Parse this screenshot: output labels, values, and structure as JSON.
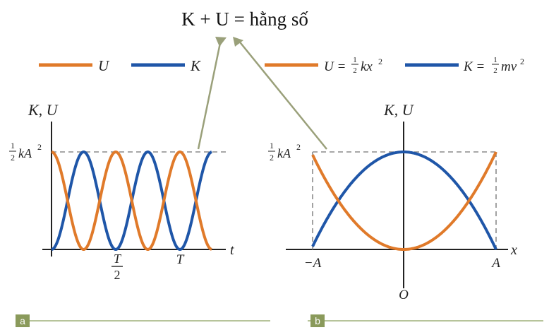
{
  "title": "K + U = hằng số",
  "colors": {
    "u": "#e07a2a",
    "k": "#1f56a8",
    "connector": "#9aa07a",
    "dashed": "#8c8c8c",
    "tag_bg": "#8a9a5b",
    "tag_line": "#9fb07a"
  },
  "legend_a": {
    "u_label": "U",
    "k_label": "K"
  },
  "legend_b": {
    "u_label_main": "U =",
    "u_label_var": "kx",
    "k_label_main": "K =",
    "k_label_var": "mv",
    "half_num": "1",
    "half_den": "2",
    "square": "2"
  },
  "chart_a": {
    "y_label": "K, U",
    "max_label_var": "kA",
    "max_num": "1",
    "max_den": "2",
    "max_exp": "2",
    "x_label": "t",
    "t_half_num": "T",
    "t_half_den": "2",
    "t_full": "T",
    "tag": "a"
  },
  "chart_b": {
    "y_label": "K, U",
    "max_label_var": "kA",
    "max_num": "1",
    "max_den": "2",
    "max_exp": "2",
    "x_label": "x",
    "neg_a": "−A",
    "pos_a": "A",
    "origin": "O",
    "tag": "b"
  },
  "chart_data": [
    {
      "type": "line",
      "x": [
        0,
        0.125,
        0.25,
        0.375,
        0.5,
        0.625,
        0.75,
        0.875,
        1,
        1.125
      ],
      "series": [
        {
          "name": "U",
          "values": [
            1,
            0.5,
            0,
            0.5,
            1,
            0.5,
            0,
            0.5,
            1,
            0.5
          ]
        },
        {
          "name": "K",
          "values": [
            0,
            0.5,
            1,
            0.5,
            0,
            0.5,
            1,
            0.5,
            0,
            0.5
          ]
        }
      ],
      "xlabel": "t",
      "ylabel": "K, U"
    },
    {
      "type": "line",
      "x": [
        -1,
        -0.5,
        0,
        0.5,
        1
      ],
      "series": [
        {
          "name": "U = ½kx²",
          "values": [
            1,
            0.25,
            0,
            0.25,
            1
          ]
        },
        {
          "name": "K = ½mv²",
          "values": [
            0,
            0.75,
            1,
            0.75,
            0
          ]
        }
      ],
      "xlabel": "x",
      "ylabel": "K, U"
    }
  ]
}
